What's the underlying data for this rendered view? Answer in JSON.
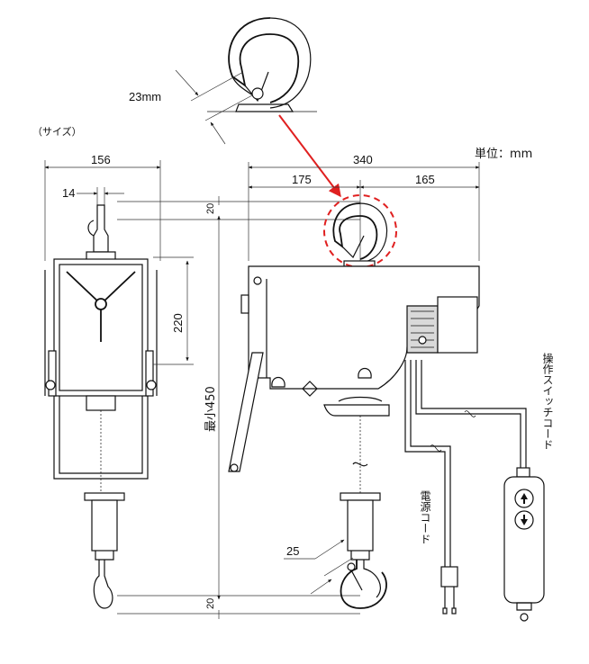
{
  "labels": {
    "size": "（サイズ）",
    "unit": "単位：mm",
    "top_hook_dim": "23mm",
    "width_156": "156",
    "width_14": "14",
    "width_340": "340",
    "width_175": "175",
    "width_165": "165",
    "gap_20_top": "20",
    "gap_20_bottom": "20",
    "height_220": "220",
    "min_450": "最小450",
    "hook_25": "25",
    "power_cord": "電源コード",
    "switch_cord": "操作スイッチコード"
  },
  "colors": {
    "accent": "#e02020",
    "line": "#111111"
  },
  "icons": {
    "up": "arrow-up-icon",
    "down": "arrow-down-icon"
  }
}
